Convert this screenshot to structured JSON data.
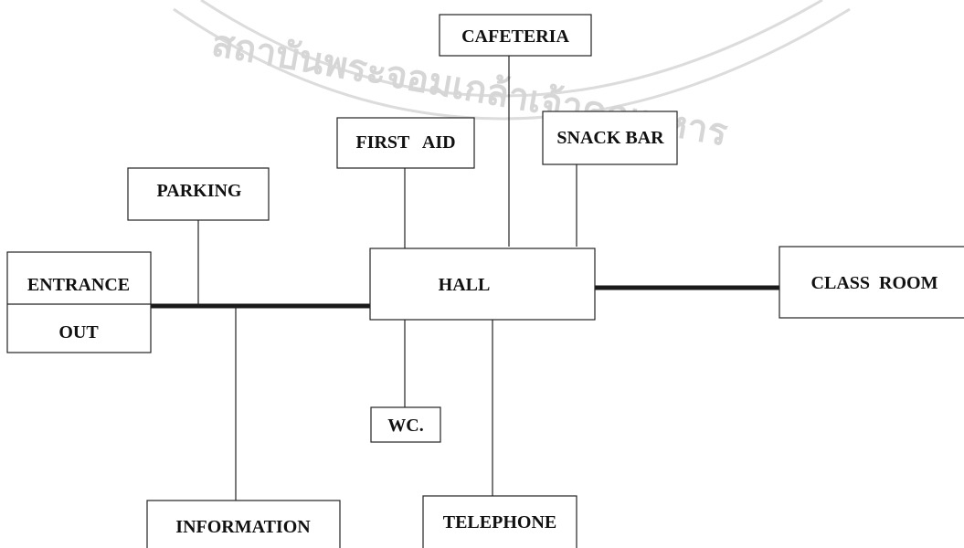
{
  "watermark": {
    "text": "สถาบันพระจอมเกล้าเจ้าคุณทหาร"
  },
  "nodes": {
    "cafeteria": "CAFETERIA",
    "first_aid": "FIRST   AID",
    "snack_bar": "SNACK BAR",
    "parking": "PARKING",
    "entrance": "ENTRANCE",
    "out": "OUT",
    "hall": "HALL",
    "class_room": "CLASS  ROOM",
    "wc": "WC.",
    "information": "INFORMATION",
    "telephone": "TELEPHONE"
  }
}
